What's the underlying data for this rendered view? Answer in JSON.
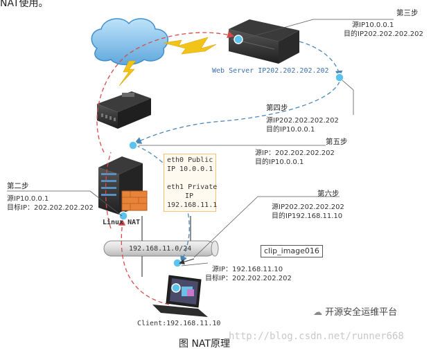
{
  "header_fragment": "NAT使用。",
  "caption": "图 NAT原理",
  "web_server_label": "Web Server IP202.202.202.202",
  "linux_nat_label": "Linux NAT",
  "network_label": "192.168.11.0/24",
  "client_label": "Client:192.168.11.10",
  "tooltip": "clip_image016",
  "eth_box": {
    "line1": "eth0 Public",
    "line2": "IP 10.0.0.1",
    "line3": "eth1 Private",
    "line4": "IP",
    "line5": "192.168.11.1"
  },
  "steps": {
    "s3": {
      "title": "第三步",
      "src": "源IP10.0.0.1",
      "dst": "目的IP202.202.202.202"
    },
    "s4": {
      "title": "第四步",
      "src": "源IP202.202.202.202",
      "dst": "目的IP10.0.0.1"
    },
    "s5": {
      "title": "第五步",
      "src": "源IP：202.202.202.202",
      "dst": "目的IP10.0.0.1"
    },
    "s2": {
      "title": "第二步",
      "src": "源IP10.0.0.1",
      "dst": "目标IP：202.202.202.202"
    },
    "s6": {
      "title": "第六步",
      "src": "源IP202.202.202.202",
      "dst": "目的IP192.168.11.10"
    },
    "s1": {
      "src": "源IP：192.168.11.10",
      "dst": "目标IP：202.202.202.202"
    }
  },
  "watermark_url": "http://blog.csdn.net/runner668",
  "watermark_brand": "开源安全运维平台",
  "colors": {
    "red_path": "#d84a4a",
    "blue_path": "#4a86b8",
    "cloud": "#7fc0ea",
    "lightning": "#f2c41a",
    "firewall": "#e8843a"
  }
}
